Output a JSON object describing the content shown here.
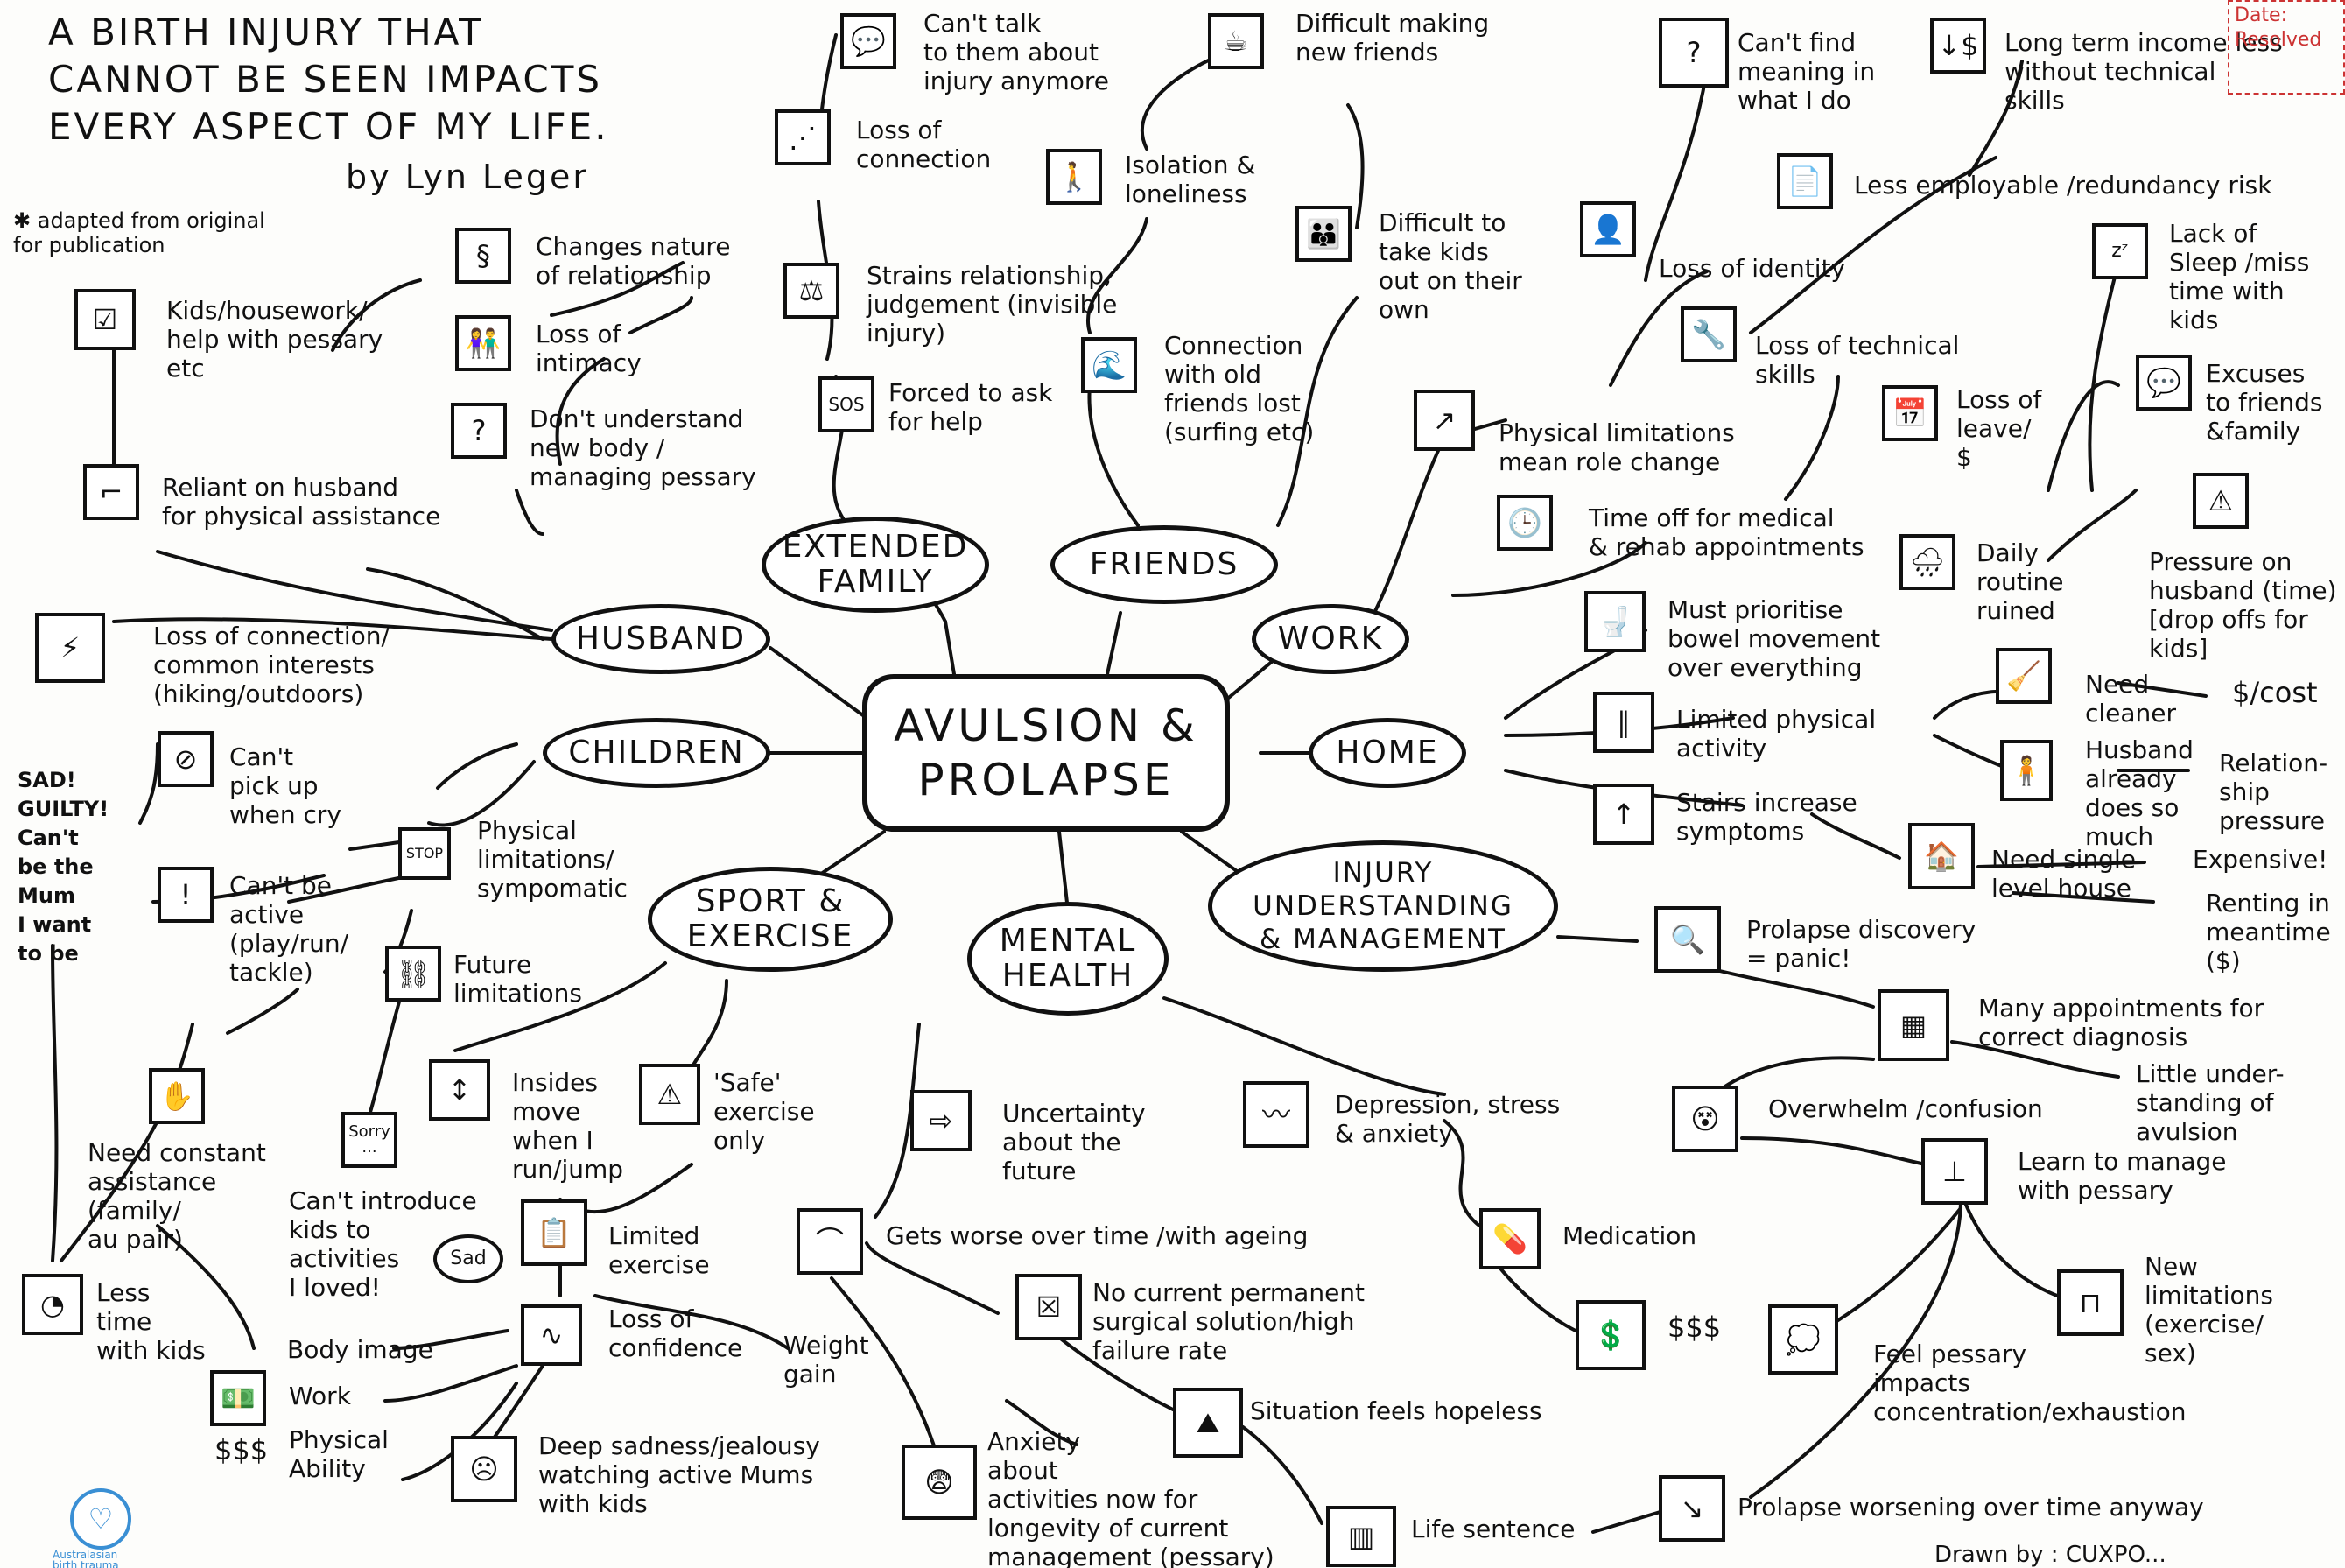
{
  "title": {
    "line1": "A BIRTH INJURY THAT\nCANNOT BE SEEN IMPACTS\nEVERY ASPECT OF MY LIFE.",
    "byline": "by Lyn Leger",
    "adapted": "✱ adapted from original\nfor publication"
  },
  "center": "AVULSION &\nPROLAPSE",
  "branches": {
    "extended_family": "EXTENDED\nFAMILY",
    "friends": "FRIENDS",
    "work": "WORK",
    "husband": "HUSBAND",
    "children": "CHILDREN",
    "home": "HOME",
    "sport": "SPORT &\nEXERCISE",
    "mental": "MENTAL\nHEALTH",
    "injury": "INJURY\nUNDERSTANDING\n& MANAGEMENT"
  },
  "nodes": {
    "cant_talk": "Can't talk\nto them about\ninjury anymore",
    "loss_connection": "Loss of\nconnection",
    "strains": "Strains relationship,\njudgement (invisible\ninjury)",
    "forced_ask": "Forced to ask\nfor help",
    "difficult_friends": "Difficult making\nnew friends",
    "isolation": "Isolation &\nloneliness",
    "difficult_kids": "Difficult to\ntake kids\nout on their\nown",
    "connection_old": "Connection\nwith old\nfriends lost\n(surfing etc)",
    "cant_find": "Can't find\nmeaning in\nwhat I do",
    "long_term_income": "Long term income less\nwithout technical\nskills",
    "less_employable": "Less employable /redundancy risk",
    "loss_identity": "Loss of identity",
    "loss_technical": "Loss of technical\nskills",
    "physical_limitations_work": "Physical limitations\nmean role change",
    "loss_leave": "Loss of\nleave/\n$",
    "time_off": "Time off for medical\n& rehab appointments",
    "lack_sleep": "Lack of\nSleep /miss\ntime with\nkids",
    "excuses": "Excuses\nto friends\n&family",
    "pressure_husband": "Pressure on\nhusband (time)\n[drop offs for\nkids]",
    "daily_routine": "Daily\nroutine\nruined",
    "changes_nature": "Changes nature\nof relationship",
    "kids_housework": "Kids/housework/\nhelp with pessary\netc",
    "loss_intimacy": "Loss of\nintimacy",
    "dont_understand": "Don't understand\nnew body /\nmanaging pessary",
    "reliant": "Reliant on husband\nfor physical assistance",
    "loss_common": "Loss of connection/\ncommon interests\n(hiking/outdoors)",
    "cant_pickup": "Can't\npick up\nwhen cry",
    "sad_guilty": "SAD!\nGUILTY!\nCan't\nbe the\nMum\nI want\nto be",
    "physical_limitations_kids": "Physical\nlimitations/\nsympomatic",
    "cant_active": "Can't be\nactive\n(play/run/\ntackle)",
    "future_limitations": "Future\nlimitations",
    "need_constant": "Need constant\nassistance\n(family/\nau pair)",
    "cant_introduce": "Can't introduce\nkids to\nactivities\nI loved!",
    "less_time": "Less\ntime\nwith kids",
    "must_prioritise": "Must prioritise\nbowel movement\nover everything",
    "limited_physical": "Limited physical\nactivity",
    "need_cleaner": "Need\ncleaner",
    "cost": "$/cost",
    "husband_already": "Husband\nalready\ndoes so\nmuch",
    "relationship_pressure": "Relation-\nship\npressure",
    "stairs": "Stairs increase\nsymptoms",
    "need_single": "Need single\nlevel house",
    "expensive": "Expensive!",
    "renting": "Renting in\nmeantime\n($)",
    "prolapse_discovery": "Prolapse discovery\n= panic!",
    "many_appointments": "Many appointments for\ncorrect diagnosis",
    "little_understanding": "Little under-\nstanding of\navulsion",
    "overwhelm": "Overwhelm /confusion",
    "learn_manage": "Learn to manage\nwith pessary",
    "new_limitations": "New\nlimitations\n(exercise/\nsex)",
    "feel_pessary": "Feel pessary\nimpacts\nconcentration/exhaustion",
    "prolapse_worsening": "Prolapse worsening over time anyway",
    "insides_move": "Insides\nmove\nwhen I\nrun/jump",
    "safe_exercise": "'Safe'\nexercise\nonly",
    "limited_exercise": "Limited\nexercise",
    "loss_confidence": "Loss of\nconfidence",
    "weight_gain": "Weight\ngain",
    "body_image": "Body image",
    "work_small": "Work",
    "physical_ability": "Physical\nAbility",
    "dollars_small": "$$$",
    "deep_sadness": "Deep sadness/jealousy\nwatching active Mums\nwith kids",
    "uncertainty": "Uncertainty\nabout the\nfuture",
    "depression": "Depression, stress\n& anxiety",
    "medication": "Medication",
    "dollars_med": "$$$",
    "gets_worse": "Gets worse over time /with ageing",
    "no_current": "No current permanent\nsurgical solution/high\nfailure rate",
    "hopeless": "Situation feels hopeless",
    "anxiety": "Anxiety\nabout\nactivities now for\nlongevity of current\nmanagement (pessary)",
    "life_sentence": "Life sentence",
    "sorry_card": "Sorry\n...",
    "sad_bubble": "Sad"
  },
  "stamp": "Date:\nResolved",
  "drawn_by": "Drawn by : CUXPO...",
  "logo_text": "Australasian\nbirth trauma"
}
